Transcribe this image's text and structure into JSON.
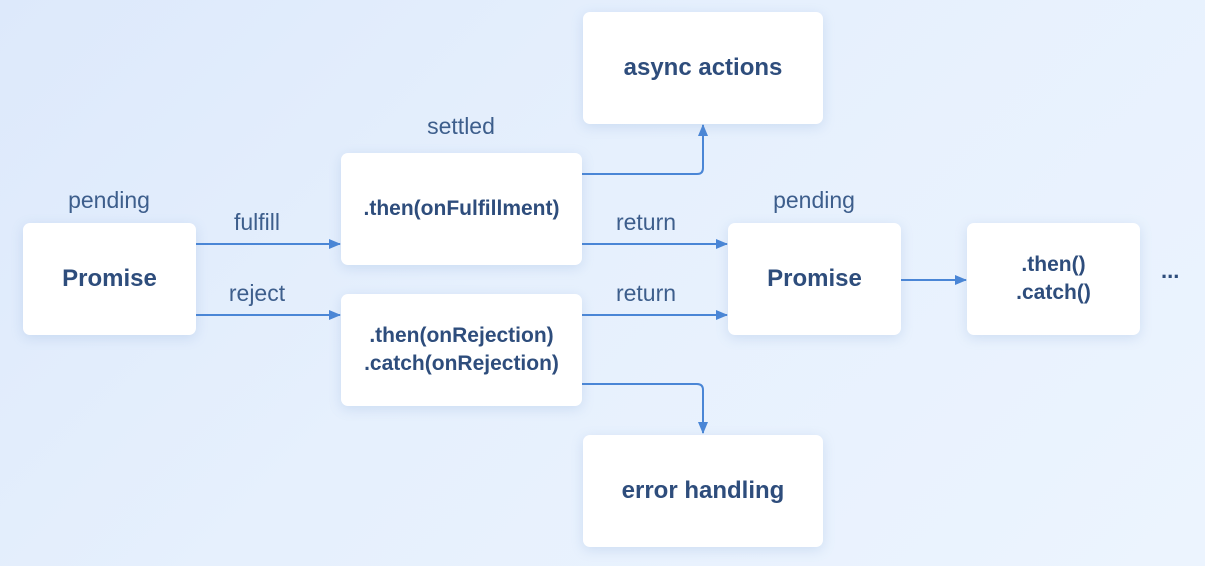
{
  "labels": {
    "pending_left": "pending",
    "settled": "settled",
    "fulfill": "fulfill",
    "reject": "reject",
    "return_top": "return",
    "return_bottom": "return",
    "pending_right": "pending"
  },
  "boxes": {
    "promise_left": "Promise",
    "then_fulfillment": ".then(onFulfillment)",
    "then_rejection_line1": ".then(onRejection)",
    "then_rejection_line2": ".catch(onRejection)",
    "async_actions": "async actions",
    "error_handling": "error handling",
    "promise_right": "Promise",
    "then_catch_line1": ".then()",
    "then_catch_line2": ".catch()"
  },
  "ellipsis": "...",
  "colors": {
    "arrow": "#4a86d6",
    "box_text": "#2e4d7c",
    "label_text": "#3d5e8c",
    "box_bg": "#ffffff"
  }
}
